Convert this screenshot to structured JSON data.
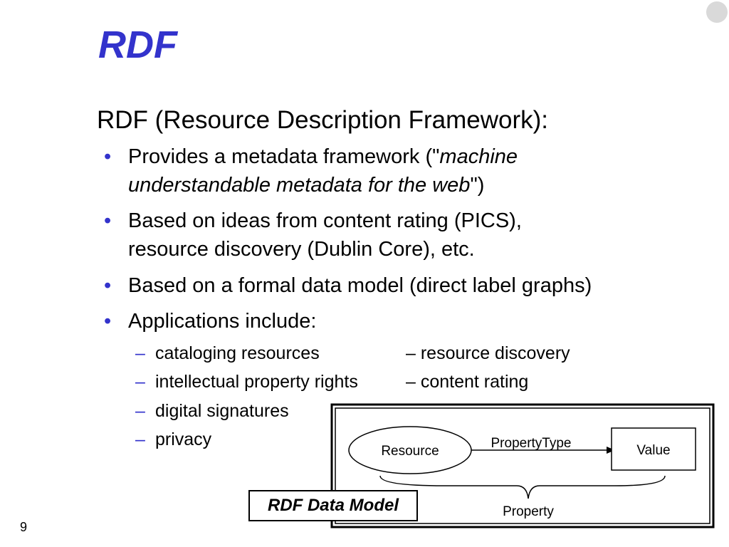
{
  "slide": {
    "title": "RDF",
    "intro": "RDF (Resource Description Framework):",
    "bullets": [
      {
        "line1_prefix": "Provides a metadata framework (\"",
        "line1_italic": "machine",
        "line2_italic": "understandable metadata for the web",
        "line2_suffix": "\")"
      },
      {
        "line1": "Based on ideas from content rating (PICS),",
        "line2": "resource discovery (Dublin Core), etc."
      },
      {
        "line1": "Based on a formal data model (direct label graphs)"
      },
      {
        "line1": "Applications include:"
      }
    ],
    "bullet_glyph": "•",
    "sub_dash": "–",
    "applications_left": [
      "cataloging resources",
      "intellectual property rights",
      "digital signatures",
      "privacy"
    ],
    "applications_right": [
      "– resource discovery",
      "– content rating"
    ],
    "page_number": "9"
  },
  "diagram": {
    "resource_label": "Resource",
    "property_type_label": "PropertyType",
    "value_label": "Value",
    "property_label": "Property",
    "caption": "RDF Data Model"
  },
  "colors": {
    "accent": "#3333cc",
    "text": "#000000",
    "corner_dot": "#d9d9d9"
  }
}
